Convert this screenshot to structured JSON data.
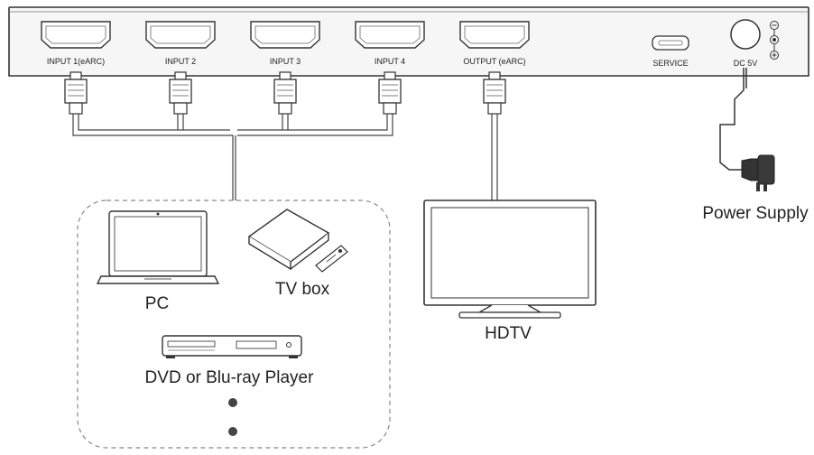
{
  "panel": {
    "ports": [
      {
        "label": "INPUT 1(eARC)"
      },
      {
        "label": "INPUT 2"
      },
      {
        "label": "INPUT 3"
      },
      {
        "label": "INPUT 4"
      },
      {
        "label": "OUTPUT (eARC)"
      }
    ],
    "service_label": "SERVICE",
    "dc_label": "DC 5V"
  },
  "devices": {
    "pc": "PC",
    "tv_box": "TV box",
    "dvd": "DVD or Blu-ray Player",
    "hdtv": "HDTV",
    "power": "Power Supply"
  },
  "colors": {
    "line": "#333333",
    "panel_fill": "#f4f4f4",
    "dashed_border": "#888888"
  }
}
